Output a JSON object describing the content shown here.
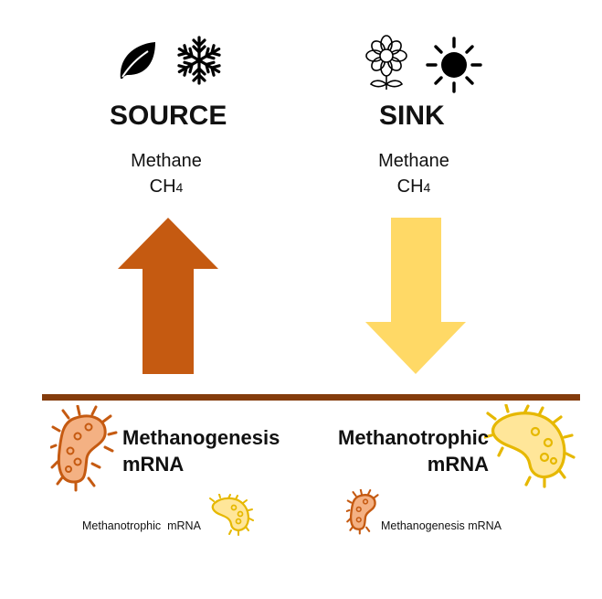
{
  "colors": {
    "source_arrow": "#c55a11",
    "sink_arrow": "#ffd966",
    "soil_line": "#843c0c",
    "methanogen_fill": "#f4b183",
    "methanogen_stroke": "#c55a11",
    "methanotroph_fill": "#ffe699",
    "methanotroph_stroke": "#e6b800"
  },
  "source": {
    "icons": [
      "leaf-icon",
      "snowflake-icon"
    ],
    "title": "SOURCE",
    "gas_name": "Methane",
    "formula_main": "CH",
    "formula_sub": "4"
  },
  "sink": {
    "icons": [
      "flower-icon",
      "sun-icon"
    ],
    "title": "SINK",
    "gas_name": "Methane",
    "formula_main": "CH",
    "formula_sub": "4"
  },
  "below_ground": {
    "left_primary_line1": "Methanogenesis",
    "left_primary_line2": "mRNA",
    "left_secondary": "Methanotrophic  mRNA",
    "right_primary_line1": "Methanotrophic",
    "right_primary_line2": "mRNA",
    "right_secondary": "Methanogenesis mRNA"
  }
}
